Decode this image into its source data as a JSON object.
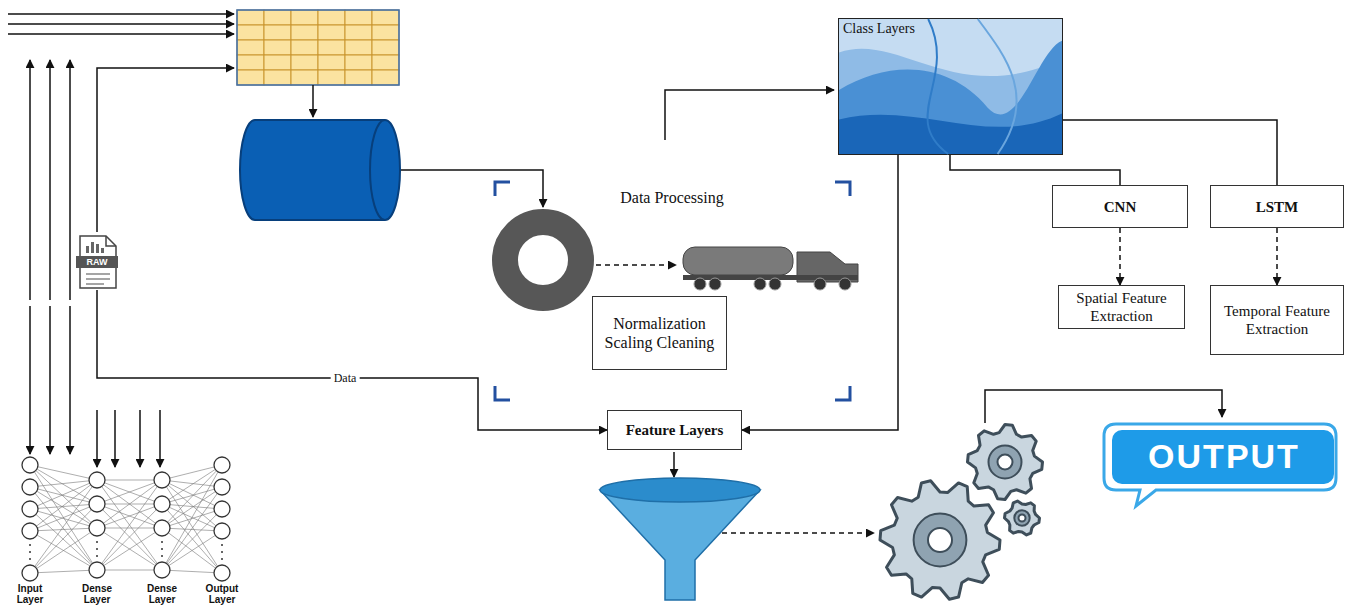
{
  "diagram": {
    "nodes": [
      {
        "text": [
          "RAW"
        ]
      },
      {
        "text": [
          "Class Layers"
        ]
      },
      {
        "text": [
          "Normalization Scaling Cleaning"
        ]
      },
      {
        "text": [
          "CNN"
        ]
      },
      {
        "text": [
          "LSTM"
        ]
      },
      {
        "text": [
          "Spatial Feature Extraction"
        ]
      },
      {
        "text": [
          "Temporal Feature Extraction"
        ]
      },
      {
        "text": [
          "Feature Layers"
        ]
      },
      {
        "text": [
          "OUTPUT"
        ]
      }
    ],
    "edges": [
      {
        "from": 0,
        "to": 7,
        "arrow": "to",
        "label": "Data"
      },
      {
        "from": 1,
        "to": 3,
        "arrow": "none"
      },
      {
        "from": 1,
        "to": 4,
        "arrow": "none"
      },
      {
        "from": 3,
        "to": 5,
        "arrow": "to"
      },
      {
        "from": 4,
        "to": 6,
        "arrow": "to"
      },
      {
        "from": 1,
        "to": 7,
        "arrow": "to"
      }
    ],
    "labels": [
      "Data Processing",
      "Input Layer",
      "Dense Layer",
      "Dense Layer",
      "Output Layer"
    ]
  }
}
